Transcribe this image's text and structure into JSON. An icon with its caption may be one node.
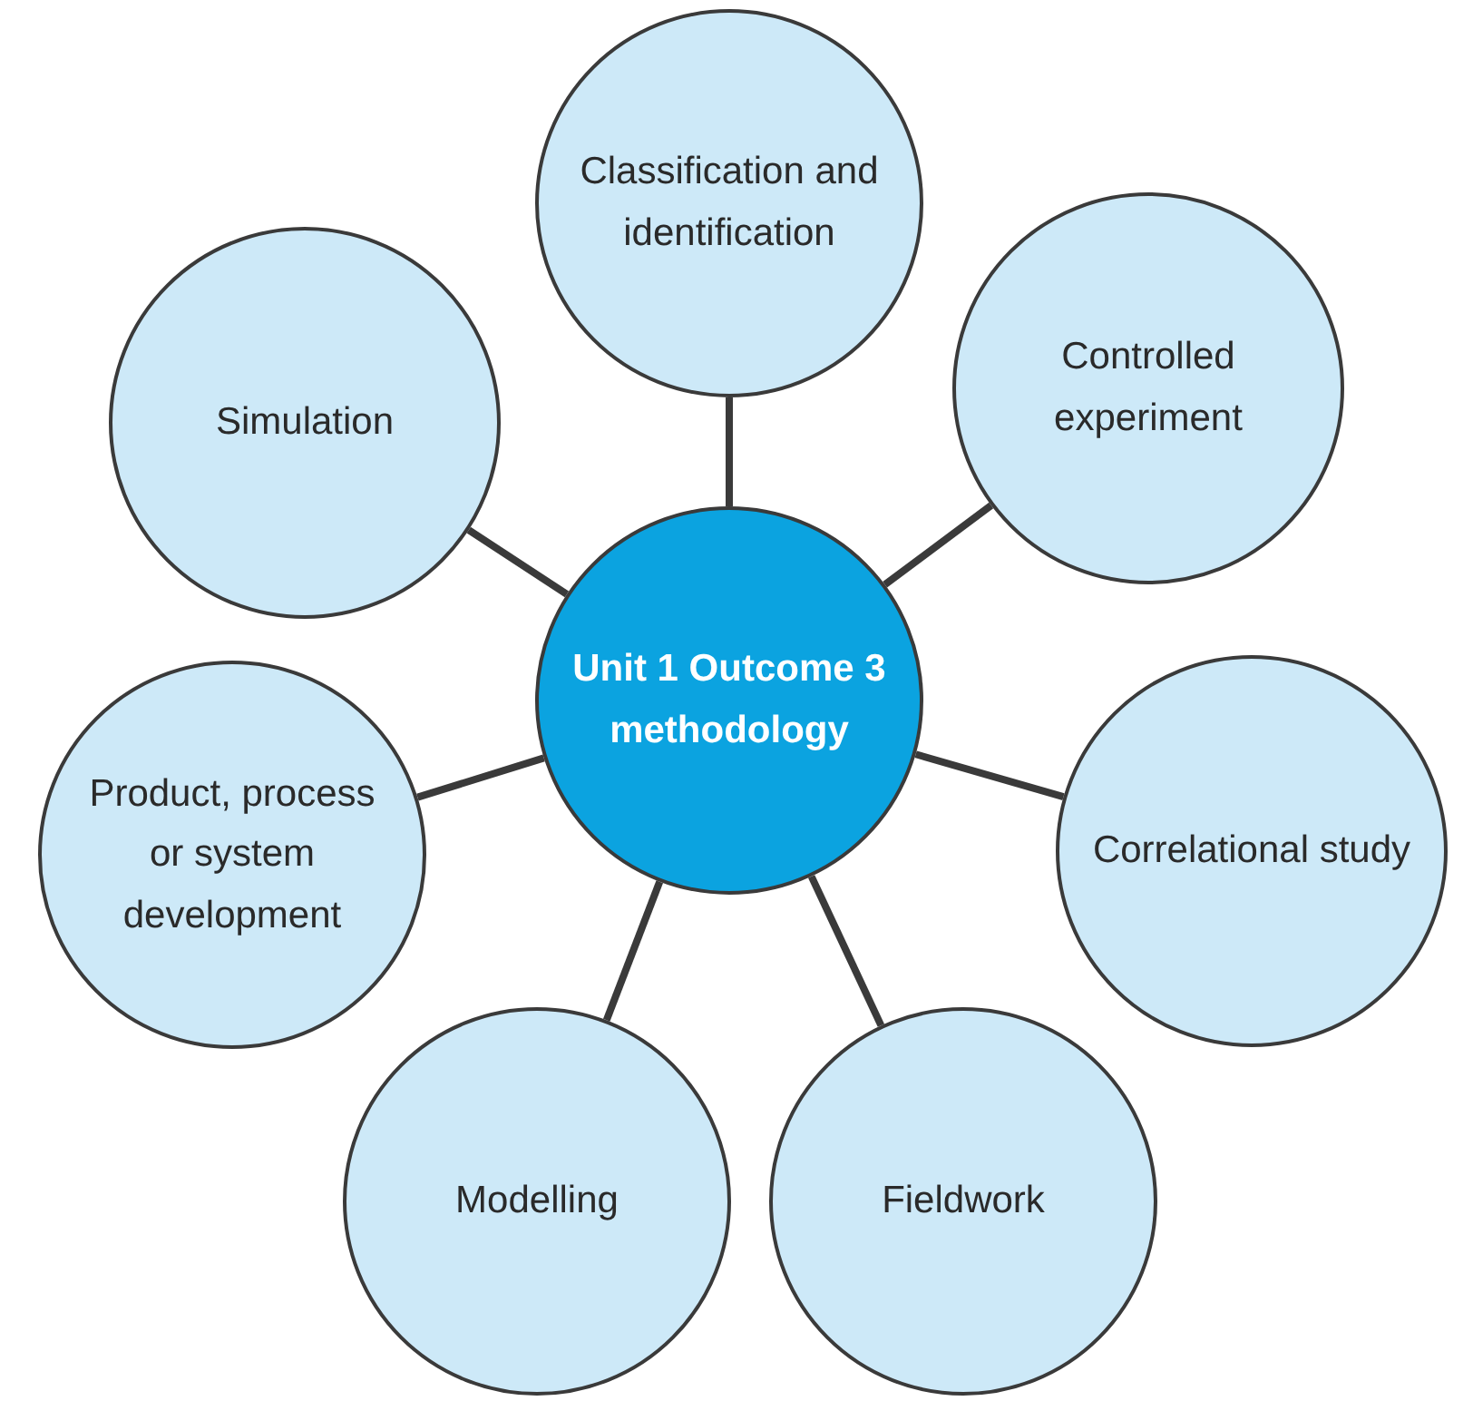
{
  "diagram": {
    "nodes": [
      {
        "text": [
          "Unit 1 Outcome 3 methodology"
        ]
      },
      {
        "text": [
          "Classification and identification"
        ]
      },
      {
        "text": [
          "Controlled experiment"
        ]
      },
      {
        "text": [
          "Correlational study"
        ]
      },
      {
        "text": [
          "Fieldwork"
        ]
      },
      {
        "text": [
          "Modelling"
        ]
      },
      {
        "text": [
          "Product, process or system development"
        ]
      },
      {
        "text": [
          "Simulation"
        ]
      }
    ],
    "edges": [
      {
        "from": 0,
        "to": 1,
        "arrow": "none"
      },
      {
        "from": 0,
        "to": 2,
        "arrow": "none"
      },
      {
        "from": 0,
        "to": 3,
        "arrow": "none"
      },
      {
        "from": 0,
        "to": 4,
        "arrow": "none"
      },
      {
        "from": 0,
        "to": 5,
        "arrow": "none"
      },
      {
        "from": 0,
        "to": 6,
        "arrow": "none"
      },
      {
        "from": 0,
        "to": 7,
        "arrow": "none"
      }
    ]
  }
}
